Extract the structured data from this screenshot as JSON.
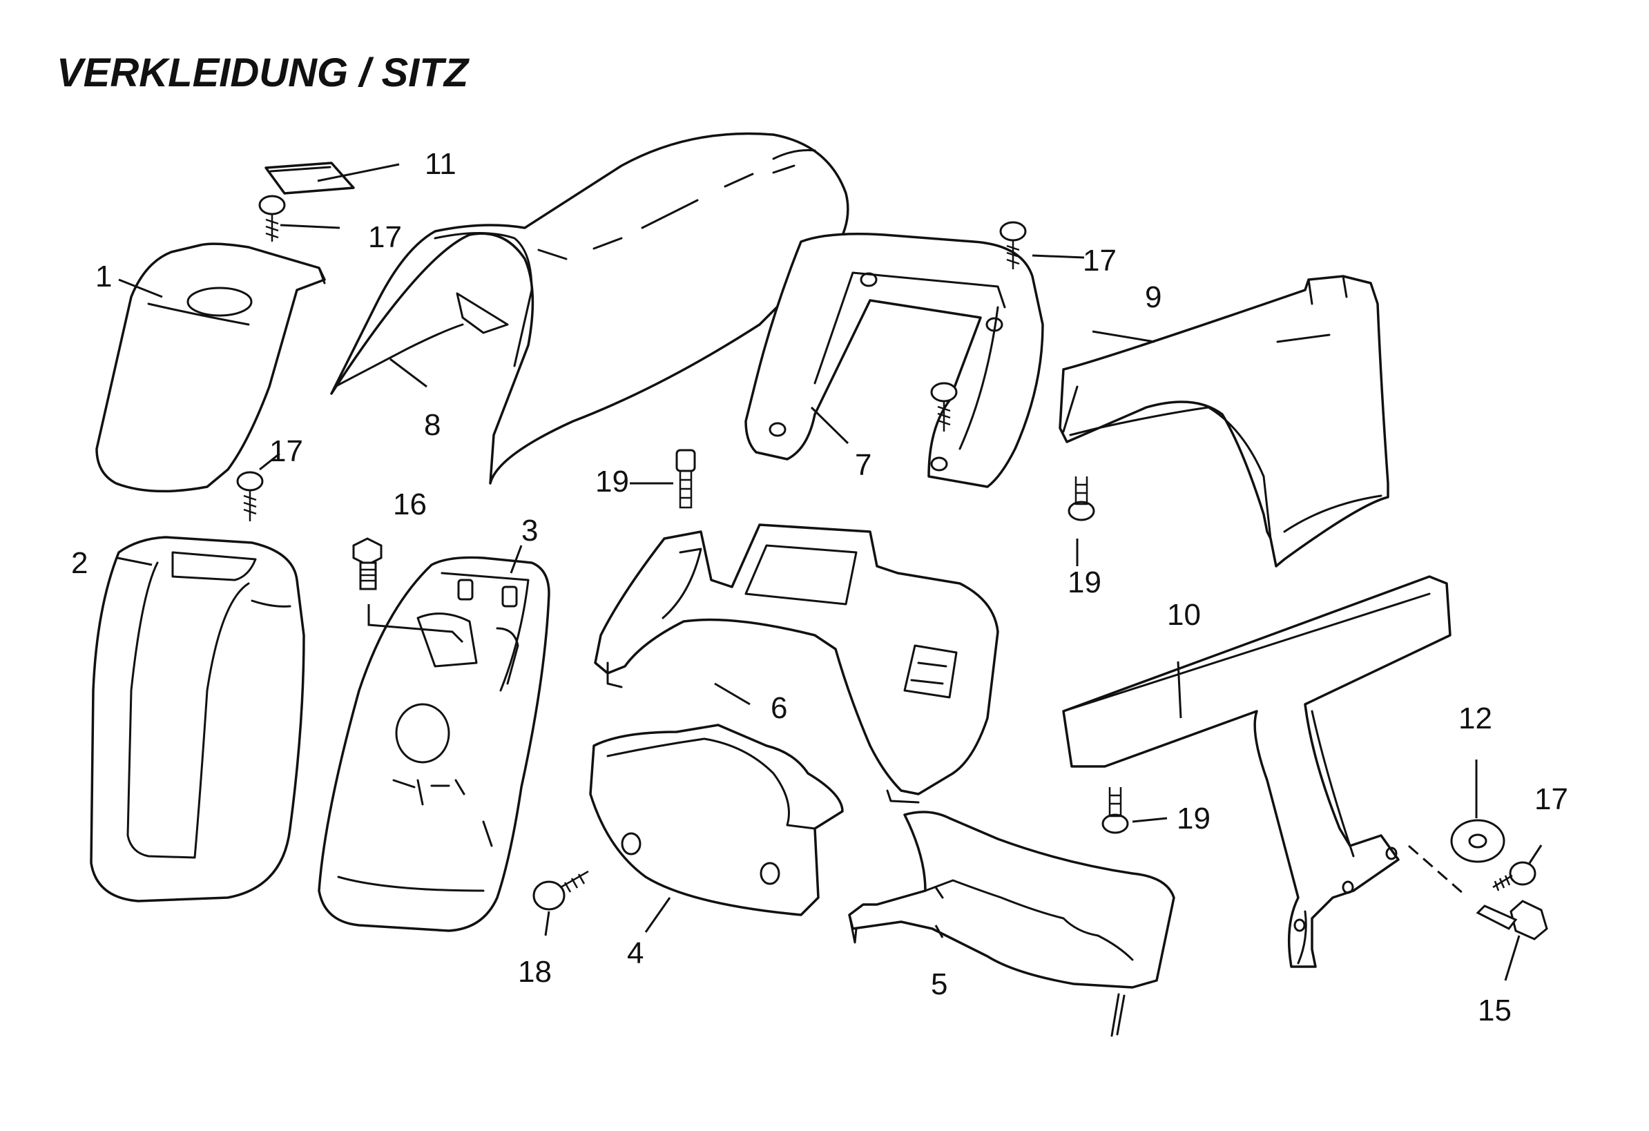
{
  "title": "VERKLEIDUNG / SITZ",
  "labels": {
    "l1": "1",
    "l2": "2",
    "l3": "3",
    "l4": "4",
    "l5": "5",
    "l6": "6",
    "l7": "7",
    "l8": "8",
    "l9": "9",
    "l10": "10",
    "l11": "11",
    "l12": "12",
    "l15": "15",
    "l16": "16",
    "l17a": "17",
    "l17b": "17",
    "l17c": "17",
    "l17d": "17",
    "l18": "18",
    "l19a": "19",
    "l19b": "19",
    "l19c": "19"
  },
  "colors": {
    "line": "#111111",
    "background": "#ffffff"
  }
}
